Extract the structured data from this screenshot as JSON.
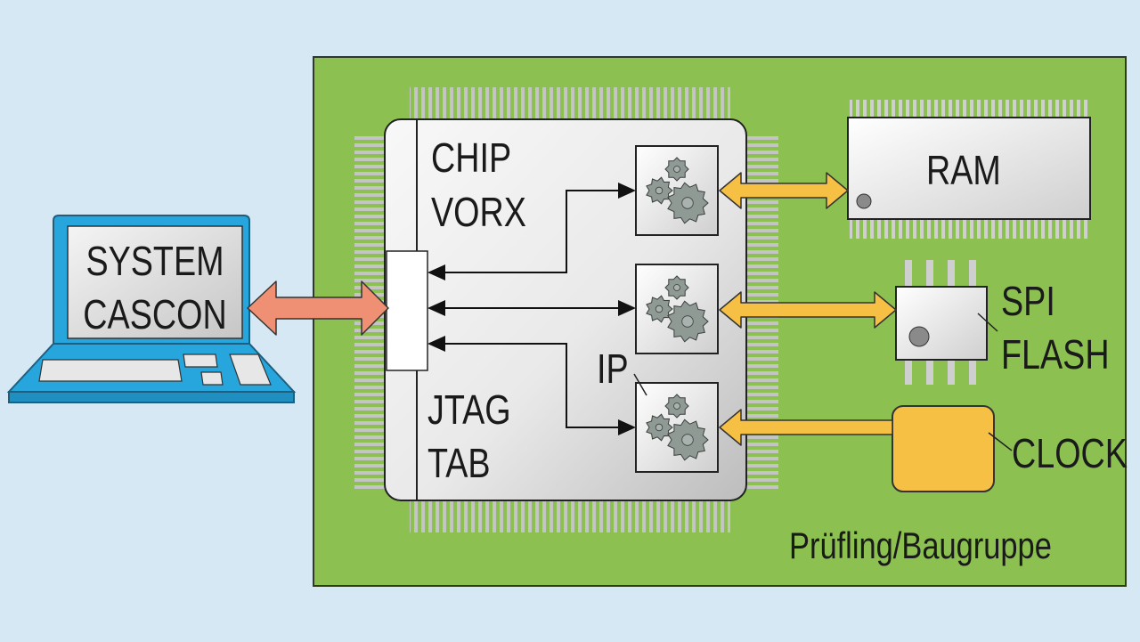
{
  "laptop": {
    "line1": "SYSTEM",
    "line2": "CASCON"
  },
  "chip": {
    "line1": "CHIP",
    "line2": "VORX"
  },
  "jtag": {
    "line1": "JTAG",
    "line2": "TAB"
  },
  "ip_label": "IP",
  "ram_label": "RAM",
  "spi": {
    "line1": "SPI",
    "line2": "FLASH"
  },
  "clock_label": "CLOCK",
  "board_label": "Prüfling/Baugruppe",
  "colors": {
    "background": "#d6e8f4",
    "board": "#8cc152",
    "laptop": "#27a6dd",
    "host_arrow": "#ef8f73",
    "bus_arrow": "#f6c044",
    "clock_block": "#f6c044",
    "gear": "#8f9a95"
  },
  "icons": [
    "laptop-icon",
    "gear-icon",
    "pin-dot-icon"
  ]
}
